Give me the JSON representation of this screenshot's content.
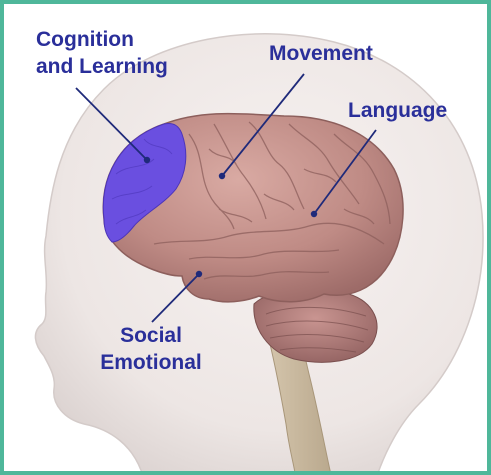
{
  "labels": {
    "cognition_line1": "Cognition",
    "cognition_line2": "and Learning",
    "movement": "Movement",
    "language": "Language",
    "social_line1": "Social",
    "social_line2": "Emotional"
  },
  "colors": {
    "frame_border": "#4fb79a",
    "label_text": "#2a2f9a",
    "leader_lines": "#1f2a7a",
    "highlight_region": "#6a4fe0",
    "brain": "#c7948e",
    "head": "#efe8e6"
  }
}
